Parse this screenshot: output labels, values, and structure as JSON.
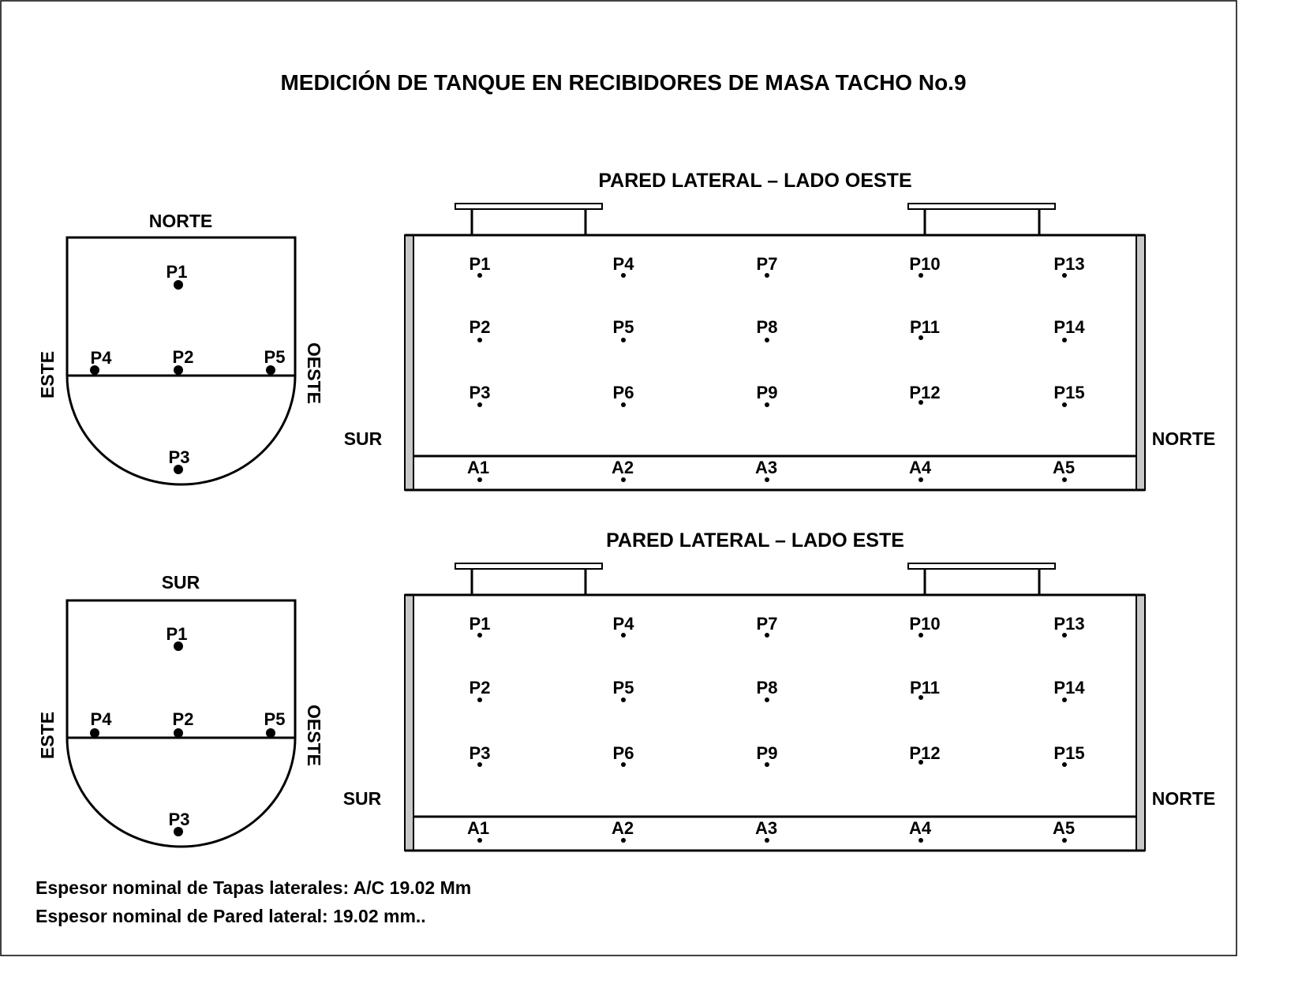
{
  "title": "MEDICIÓN DE TANQUE EN  RECIBIDORES DE MASA TACHO No.9",
  "end_caps": [
    {
      "top_label": "NORTE",
      "left_label": "ESTE",
      "right_label": "OESTE",
      "points": [
        "P1",
        "P2",
        "P3",
        "P4",
        "P5"
      ]
    },
    {
      "top_label": "SUR",
      "left_label": "ESTE",
      "right_label": "OESTE",
      "points": [
        "P1",
        "P2",
        "P3",
        "P4",
        "P5"
      ]
    }
  ],
  "side_walls": [
    {
      "title": "PARED LATERAL – LADO OESTE",
      "left_label": "SUR",
      "right_label": "NORTE",
      "wall_points": [
        [
          "P1",
          "P4",
          "P7",
          "P10",
          "P13"
        ],
        [
          "P2",
          "P5",
          "P8",
          "P11",
          "P14"
        ],
        [
          "P3",
          "P6",
          "P9",
          "P12",
          "P15"
        ]
      ],
      "bottom_points": [
        "A1",
        "A2",
        "A3",
        "A4",
        "A5"
      ]
    },
    {
      "title": "PARED LATERAL – LADO ESTE",
      "left_label": "SUR",
      "right_label": "NORTE",
      "wall_points": [
        [
          "P1",
          "P4",
          "P7",
          "P10",
          "P13"
        ],
        [
          "P2",
          "P5",
          "P8",
          "P11",
          "P14"
        ],
        [
          "P3",
          "P6",
          "P9",
          "P12",
          "P15"
        ]
      ],
      "bottom_points": [
        "A1",
        "A2",
        "A3",
        "A4",
        "A5"
      ]
    }
  ],
  "notes": [
    "Espesor nominal de Tapas laterales: A/C 19.02 Mm",
    "Espesor nominal de Pared lateral: 19.02 mm.."
  ]
}
